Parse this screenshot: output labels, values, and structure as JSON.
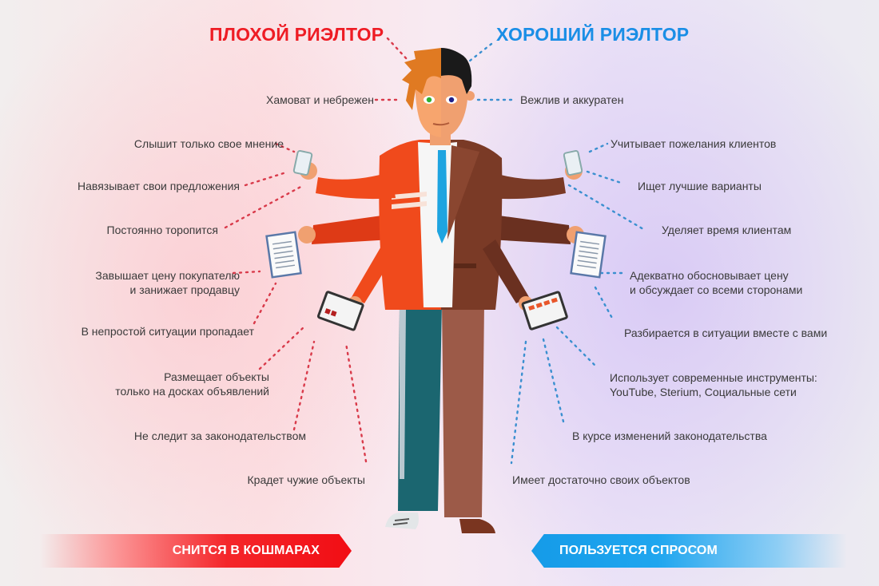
{
  "titles": {
    "bad": "ПЛОХОЙ РИЭЛТОР",
    "good": "ХОРОШИЙ РИЭЛТОР"
  },
  "colors": {
    "bad_accent": "#ee1c24",
    "good_accent": "#1a8ee6",
    "bad_dots": "#d93a4a",
    "good_dots": "#3a8fd0",
    "bad_jacket": "#f04a1c",
    "good_jacket": "#7a3a26",
    "bad_pants": "#1b6670",
    "good_pants": "#9c5a48",
    "text": "#3a3a3a"
  },
  "bad_traits": [
    {
      "lines": [
        "Хамоват и небрежен"
      ]
    },
    {
      "lines": [
        "Слышит только свое мнение"
      ]
    },
    {
      "lines": [
        "Навязывает свои предложения"
      ]
    },
    {
      "lines": [
        "Постоянно торопится"
      ]
    },
    {
      "lines": [
        "Завышает цену покупателю",
        "и занижает продавцу"
      ]
    },
    {
      "lines": [
        "В непростой ситуации пропадает"
      ]
    },
    {
      "lines": [
        "Размещает объекты",
        "только на досках объявлений"
      ]
    },
    {
      "lines": [
        "Не следит за законодательством"
      ]
    },
    {
      "lines": [
        "Крадет чужие объекты"
      ]
    }
  ],
  "good_traits": [
    {
      "lines": [
        "Вежлив и аккуратен"
      ]
    },
    {
      "lines": [
        "Учитывает пожелания клиентов"
      ]
    },
    {
      "lines": [
        "Ищет лучшие варианты"
      ]
    },
    {
      "lines": [
        "Уделяет время клиентам"
      ]
    },
    {
      "lines": [
        "Адекватно обосновывает цену",
        "и обсуждает со всеми сторонами"
      ]
    },
    {
      "lines": [
        "Разбирается в ситуации вместе с вами"
      ]
    },
    {
      "lines": [
        "Использует современные инструменты:",
        "YouTube, Sterium, Социальные сети"
      ]
    },
    {
      "lines": [
        "В курсе изменений законодательства"
      ]
    },
    {
      "lines": [
        "Имеет достаточно своих объектов"
      ]
    }
  ],
  "banners": {
    "bad": "СНИТСЯ В КОШМАРАХ",
    "good": "ПОЛЬЗУЕТСЯ СПРОСОМ"
  },
  "icons": {
    "figure": "split-realtor-figure-illustration",
    "phone": "smartphone-icon",
    "document": "document-icon",
    "tablet": "tablet-icon"
  }
}
